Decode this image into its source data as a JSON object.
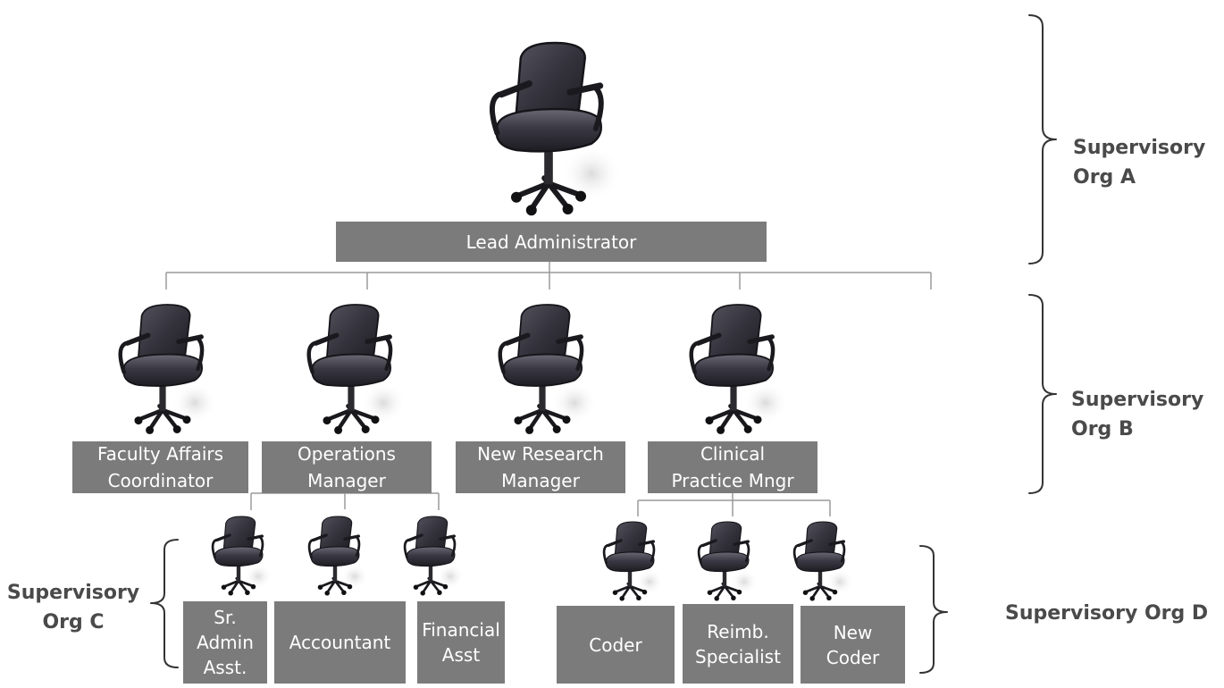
{
  "roles": {
    "lead_administrator": "Lead Administrator",
    "faculty_affairs": "Faculty Affairs\nCoordinator",
    "operations_manager": "Operations\nManager",
    "new_research_manager": "New Research\nManager",
    "clinical_practice_mngr": "Clinical\nPractice Mngr",
    "sr_admin_asst": "Sr.\nAdmin\nAsst.",
    "accountant": "Accountant",
    "financial_asst": "Financial\nAsst",
    "coder": "Coder",
    "reimb_specialist": "Reimb.\nSpecialist",
    "new_coder": "New\nCoder"
  },
  "orgs": {
    "a": "Supervisory\nOrg A",
    "b": "Supervisory\nOrg B",
    "c": "Supervisory\nOrg C",
    "d": "Supervisory Org D"
  },
  "icons": {
    "chair": "office-chair-icon",
    "bracket": "curly-brace"
  },
  "colors": {
    "box_fill": "#7b7b7b",
    "box_text": "#ffffff",
    "connector": "#9a9a9a",
    "org_label": "#4a4a4a",
    "chair_body": "#2c2b33"
  }
}
